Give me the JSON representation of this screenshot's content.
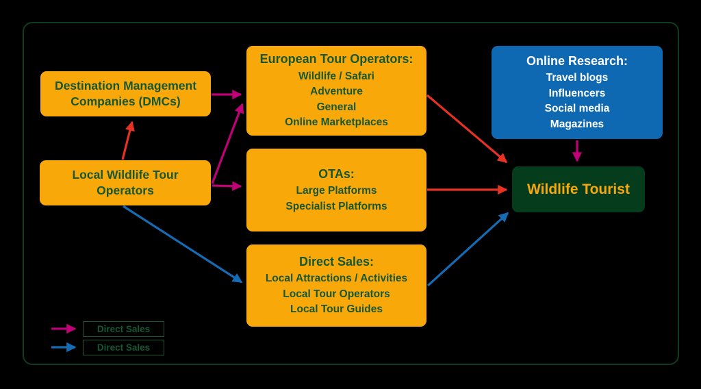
{
  "colors": {
    "background": "#000000",
    "frame_border": "#0C3D20",
    "node_orange": "#F9A80A",
    "node_text_green": "#175733",
    "tourist_bg": "#053C1C",
    "tourist_text": "#F9A80A",
    "research_bg": "#0E68B2",
    "research_text": "#FFFFFF",
    "arrow_red": "#E73223",
    "arrow_magenta": "#C00077",
    "arrow_blue": "#156CB4",
    "legend_border": "#175733"
  },
  "nodes": {
    "dmc": {
      "title": "Destination Management Companies (DMCs)"
    },
    "local_operators": {
      "title": "Local Wildlife Tour Operators"
    },
    "european_tour_operators": {
      "title": "European Tour Operators:",
      "items": [
        "Wildlife / Safari",
        "Adventure",
        "General",
        "Online Marketplaces"
      ]
    },
    "otas": {
      "title": "OTAs:",
      "items": [
        "Large Platforms",
        "Specialist Platforms"
      ]
    },
    "direct_sales": {
      "title": "Direct Sales:",
      "items": [
        "Local Attractions / Activities",
        "Local Tour Operators",
        "Local Tour Guides"
      ]
    },
    "online_research": {
      "title": "Online Research:",
      "items": [
        "Travel blogs",
        "Influencers",
        "Social media",
        "Magazines"
      ]
    },
    "wildlife_tourist": {
      "title": "Wildlife Tourist"
    }
  },
  "arrows": [
    {
      "from": "local_operators",
      "to": "dmc",
      "color": "red"
    },
    {
      "from": "dmc",
      "to": "european_tour_operators",
      "color": "magenta"
    },
    {
      "from": "local_operators",
      "to": "european_tour_operators",
      "color": "magenta"
    },
    {
      "from": "local_operators",
      "to": "otas",
      "color": "magenta"
    },
    {
      "from": "local_operators",
      "to": "direct_sales",
      "color": "blue"
    },
    {
      "from": "european_tour_operators",
      "to": "wildlife_tourist",
      "color": "red"
    },
    {
      "from": "otas",
      "to": "wildlife_tourist",
      "color": "red"
    },
    {
      "from": "direct_sales",
      "to": "wildlife_tourist",
      "color": "blue"
    },
    {
      "from": "online_research",
      "to": "wildlife_tourist",
      "color": "magenta"
    }
  ],
  "legend": {
    "items": [
      {
        "label": "Direct Sales",
        "arrow_color": "#C00077"
      },
      {
        "label": "Direct Sales",
        "arrow_color": "#156CB4"
      }
    ]
  }
}
